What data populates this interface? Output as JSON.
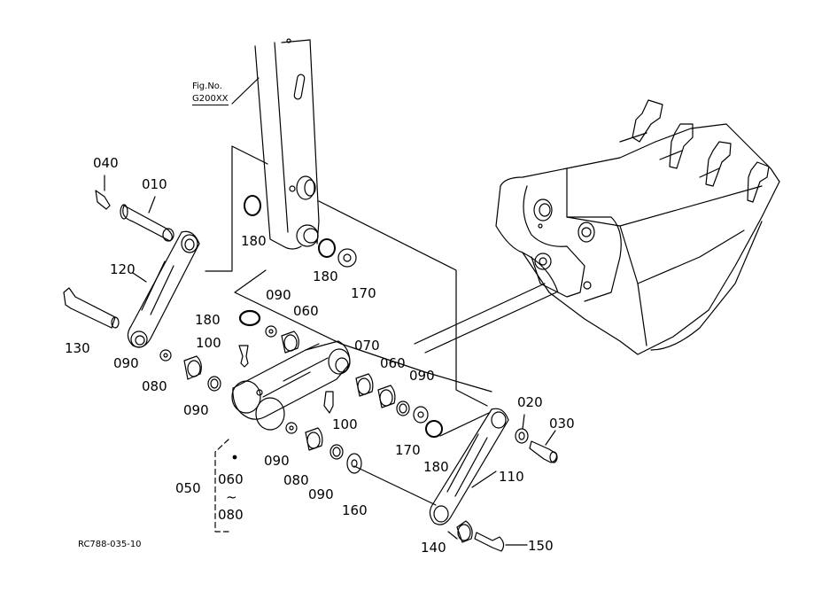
{
  "fig_ref": {
    "label": "Fig.No.",
    "number": "G200XX"
  },
  "drawing_code": "RC788-035-10",
  "callouts": {
    "p010": "010",
    "p020": "020",
    "p030": "030",
    "p040": "040",
    "p050": "050",
    "p060": "060",
    "p060_a": "060",
    "p060_b": "060",
    "p070": "070",
    "p080_a": "080",
    "p080_b": "080",
    "p080_c": "080",
    "p090_a": "090",
    "p090_b": "090",
    "p090_c": "090",
    "p090_d": "090",
    "p090_e": "090",
    "p090_f": "090",
    "p100_a": "100",
    "p100_b": "100",
    "p110": "110",
    "p120": "120",
    "p130": "130",
    "p140": "140",
    "p150": "150",
    "p160": "160",
    "p170_a": "170",
    "p170_b": "170",
    "p180_a": "180",
    "p180_b": "180",
    "p180_c": "180",
    "p180_d": "180"
  },
  "range_marker": "~",
  "colors": {
    "line": "#000000",
    "background": "#ffffff"
  }
}
